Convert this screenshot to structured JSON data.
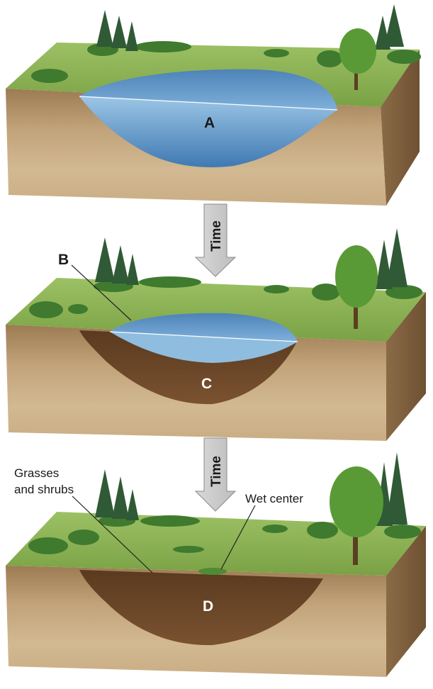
{
  "panels": [
    {
      "label": "A"
    },
    {
      "label_water_edge": "B",
      "label_sediment": "C"
    },
    {
      "label_sediment": "D",
      "grass_label_line1": "Grasses",
      "grass_label_line2": "and shrubs",
      "wet_label": "Wet center"
    }
  ],
  "arrows": [
    {
      "text": "Time"
    },
    {
      "text": "Time"
    }
  ],
  "colors": {
    "grass": "#7fa64a",
    "grass_light": "#9dbd61",
    "soil_top": "#8a6a44",
    "soil_face": "#b89a72",
    "soil_side": "#7d5e3c",
    "water": "#5b93c6",
    "water_light": "#a8cbe6",
    "sediment": "#6b4424",
    "tree_dark": "#2f5a35",
    "tree_light": "#4f8a34",
    "arrow": "#c9c9c9"
  }
}
